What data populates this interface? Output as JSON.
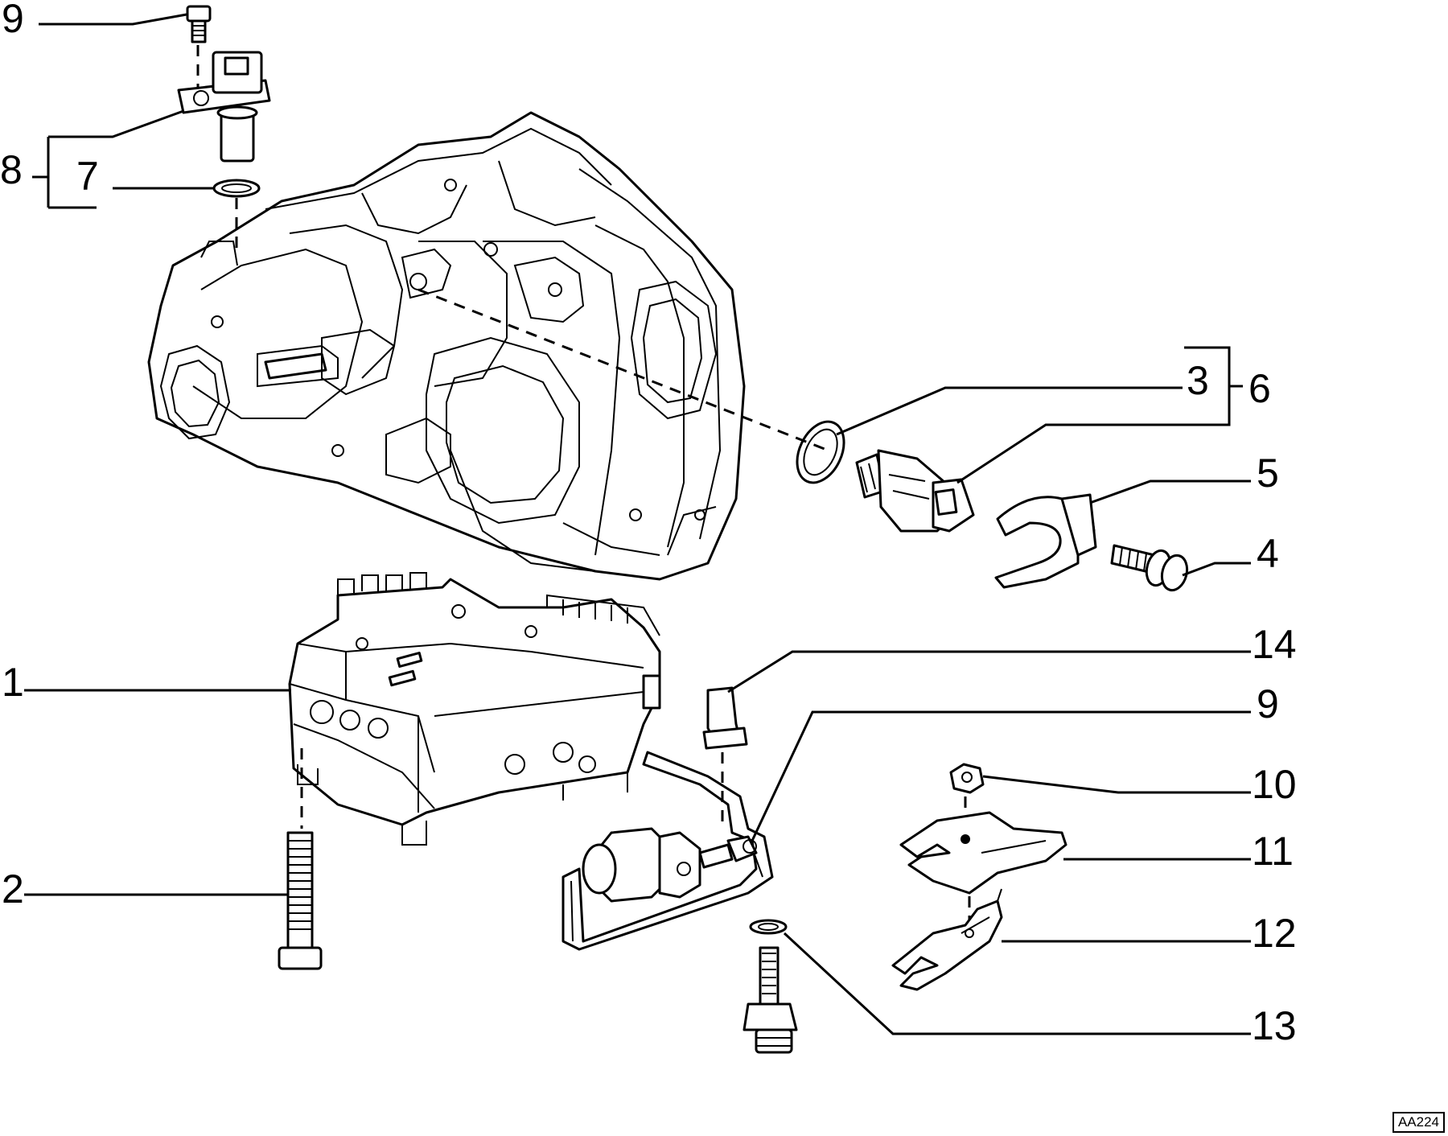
{
  "reference_code": "AA224",
  "callouts": {
    "c1": "1",
    "c2": "2",
    "c3": "3",
    "c4": "4",
    "c5": "5",
    "c6": "6",
    "c7": "7",
    "c8": "8",
    "c9_top": "9",
    "c9_bottom": "9",
    "c10": "10",
    "c11": "11",
    "c12": "12",
    "c13": "13",
    "c14": "14"
  }
}
